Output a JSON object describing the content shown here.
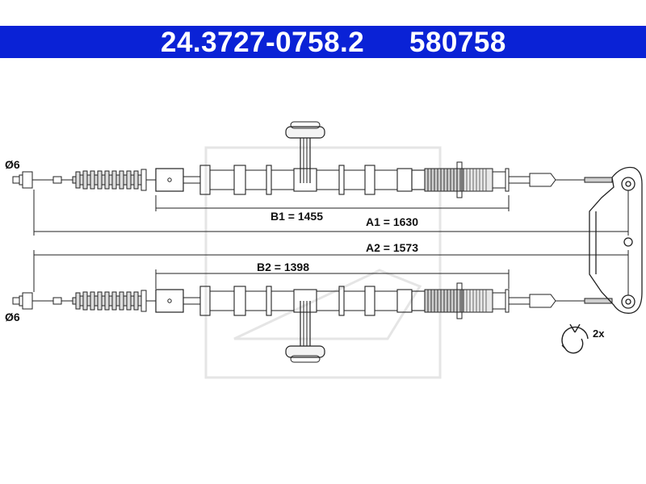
{
  "header": {
    "part_number": "24.3727-0758.2",
    "ref_number": "580758",
    "background": "#0a22d6",
    "text_color": "#ffffff"
  },
  "drawing": {
    "top_end_diameter": "Ø6",
    "bottom_end_diameter": "Ø6",
    "dimensions": {
      "b1": "B1 = 1455",
      "a1": "A1 = 1630",
      "a2": "A2 = 1573",
      "b2": "B2 = 1398"
    },
    "clip_quantity": "2x",
    "line_color": "#222222"
  }
}
